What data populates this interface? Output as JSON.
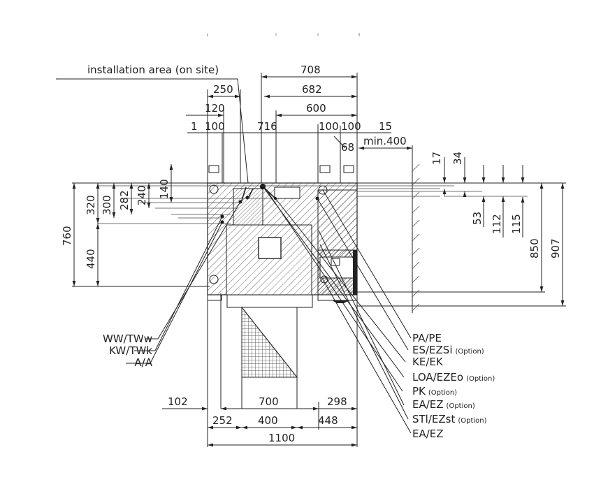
{
  "header": {
    "installation_area": "installation area (on site)"
  },
  "dimensions": {
    "top": {
      "d708": "708",
      "d682": "682",
      "d250": "250",
      "d600": "600",
      "d120": "120",
      "d1": "1",
      "d100a": "100",
      "d716": "716",
      "d100b": "100",
      "d100c": "100",
      "d15": "15",
      "d68": "68",
      "dmin400": "min.400"
    },
    "left": {
      "d760": "760",
      "d320": "320",
      "d300": "300",
      "d282": "282",
      "d240": "240",
      "d140": "140",
      "d440": "440"
    },
    "right": {
      "d17": "17",
      "d34": "34",
      "d53": "53",
      "d112": "112",
      "d115": "115",
      "d850": "850",
      "d907": "907"
    },
    "bottom": {
      "d102": "102",
      "d700": "700",
      "d298": "298",
      "d252": "252",
      "d400": "400",
      "d448": "448",
      "d1100": "1100"
    }
  },
  "left_labels": [
    {
      "text": "WW/TWw"
    },
    {
      "text": "KW/TWk"
    },
    {
      "text": "A/A"
    }
  ],
  "right_labels": [
    {
      "text": "PA/PE",
      "option": ""
    },
    {
      "text": "ES/EZSi",
      "option": "(Option)"
    },
    {
      "text": "KE/EK",
      "option": ""
    },
    {
      "text": "LOA/EZEo",
      "option": "(Option)"
    },
    {
      "text": "PK",
      "option": "(Option)"
    },
    {
      "text": "EA/EZ",
      "option": "(Option)"
    },
    {
      "text": "STl/EZst",
      "option": "(Option)"
    },
    {
      "text": "EA/EZ",
      "option": ""
    }
  ]
}
